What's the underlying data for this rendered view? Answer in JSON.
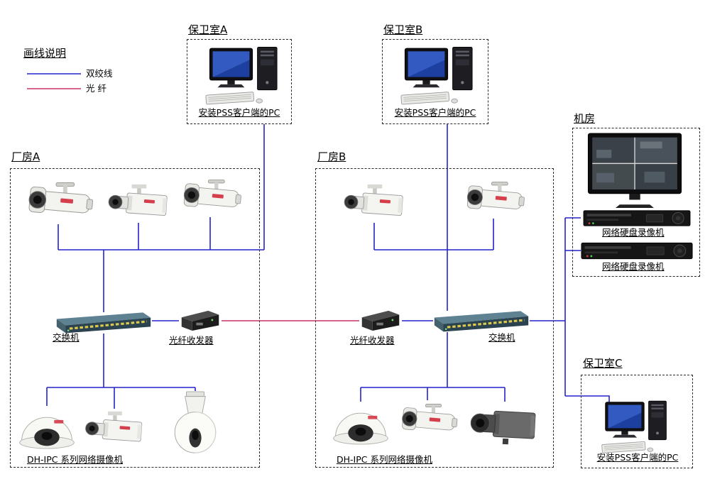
{
  "colors": {
    "twisted_pair": "#2323cc",
    "fiber": "#cc3366"
  },
  "legend": {
    "title": "画线说明",
    "items": [
      {
        "label": "双绞线"
      },
      {
        "label": "光  纤"
      }
    ]
  },
  "guard_room_a": {
    "title": "保卫室A",
    "pc_label": "安装PSS客户端的PC"
  },
  "guard_room_b": {
    "title": "保卫室B",
    "pc_label": "安装PSS客户端的PC"
  },
  "guard_room_c": {
    "title": "保卫室C",
    "pc_label": "安装PSS客户端的PC"
  },
  "machine_room": {
    "title": "机房",
    "nvr1_label": "网络硬盘录像机",
    "nvr2_label": "网络硬盘录像机"
  },
  "factory_a": {
    "title": "厂房A",
    "switch_label": "交换机",
    "transceiver_label": "光纤收发器",
    "cameras_label": "DH-IPC 系列网络摄像机"
  },
  "factory_b": {
    "title": "厂房B",
    "switch_label": "交换机",
    "transceiver_label": "光纤收发器",
    "cameras_label": "DH-IPC 系列网络摄像机"
  }
}
